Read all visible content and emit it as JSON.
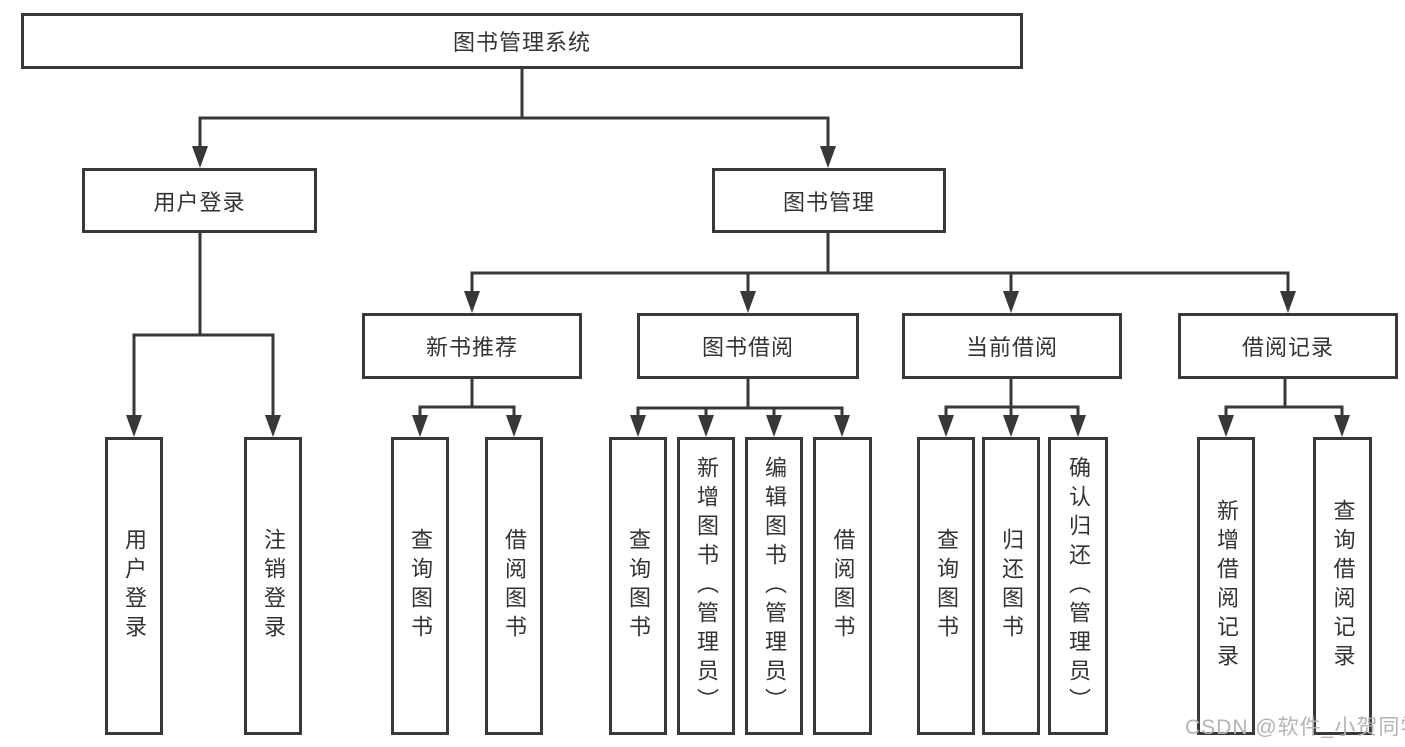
{
  "tree": {
    "root": {
      "label": "图书管理系统"
    },
    "branches": [
      {
        "label": "用户登录",
        "children": [
          "用户登录",
          "注销登录"
        ]
      },
      {
        "label": "图书管理",
        "sections": [
          {
            "label": "新书推荐",
            "children": [
              "查询图书",
              "借阅图书"
            ]
          },
          {
            "label": "图书借阅",
            "children": [
              "查询图书",
              "新增图书（管理员）",
              "编辑图书（管理员）",
              "借阅图书"
            ]
          },
          {
            "label": "当前借阅",
            "children": [
              "查询图书",
              "归还图书",
              "确认归还（管理员）"
            ]
          },
          {
            "label": "借阅记录",
            "children": [
              "新增借阅记录",
              "查询借阅记录"
            ]
          }
        ]
      }
    ]
  },
  "watermark": {
    "text": "CSDN @软件_小贺同学"
  },
  "colors": {
    "line": "#383838",
    "box_border": "#383838",
    "box_background": "#ffffff",
    "text": "#333333",
    "watermark": "#b3b3b3"
  }
}
